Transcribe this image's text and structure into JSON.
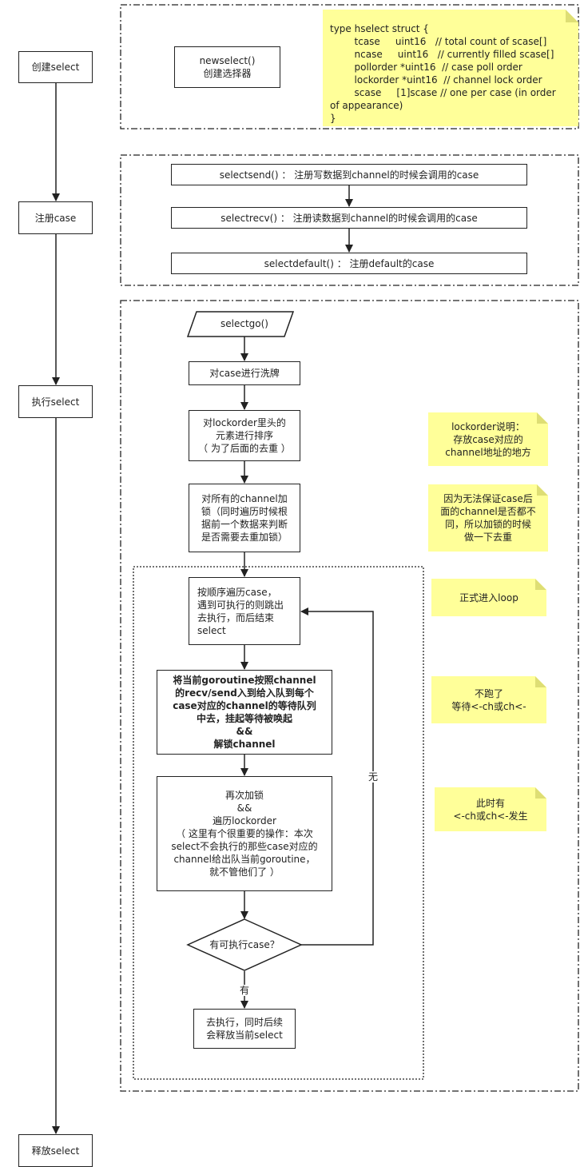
{
  "lifecycle": {
    "create": "创建select",
    "register": "注册case",
    "execute": "执行select",
    "release": "释放select"
  },
  "create_section": {
    "newselect": "newselect()\n创建选择器",
    "struct_note": "type hselect struct {\n        tcase     uint16   // total count of scase[]\n        ncase     uint16   // currently filled scase[]\n        pollorder *uint16  // case poll order\n        lockorder *uint16  // channel lock order\n        scase     [1]scase // one per case (in order\nof appearance)\n}"
  },
  "register_section": {
    "selectsend": "selectsend() ： 注册写数据到channel的时候会调用的case",
    "selectrecv": "selectrecv() ： 注册读数据到channel的时候会调用的case",
    "selectdefault": "selectdefault() ： 注册default的case"
  },
  "execute_section": {
    "selectgo": "selectgo()",
    "shuffle": "对case进行洗牌",
    "sort_lockorder": "对lockorder里头的\n元素进行排序\n（ 为了后面的去重 ）",
    "lock_all": "对所有的channel加\n锁（同时遍历时候根\n据前一个数据来判断\n是否需要去重加锁）",
    "loop_traverse": "按顺序遍历case，\n遇到可执行的则跳出\n去执行，而后结束\nselect",
    "enqueue_wait": "将当前goroutine按照channel\n的recv/send入到给入队到每个\ncase对应的channel的等待队列\n中去，挂起等待被唤起\n&&\n解锁channel",
    "relock": "再次加锁\n&&\n遍历lockorder\n（ 这里有个很重要的操作：本次\nselect不会执行的那些case对应的\nchannel给出队当前goroutine，\n就不管他们了 ）",
    "decision": "有可执行case？",
    "yes_label": "有",
    "no_label": "无",
    "execute_release": "去执行，同时后续\n会释放当前select"
  },
  "notes": {
    "lockorder": "lockorder说明：\n存放case对应的\nchannel地址的地方",
    "dedup": "因为无法保证case后\n面的channel是否都不\n同，所以加锁的时候\n做一下去重",
    "loop": "正式进入loop",
    "blocked": "不跑了\n等待<-ch或ch<-",
    "woken": "此时有\n<-ch或ch<-发生"
  }
}
